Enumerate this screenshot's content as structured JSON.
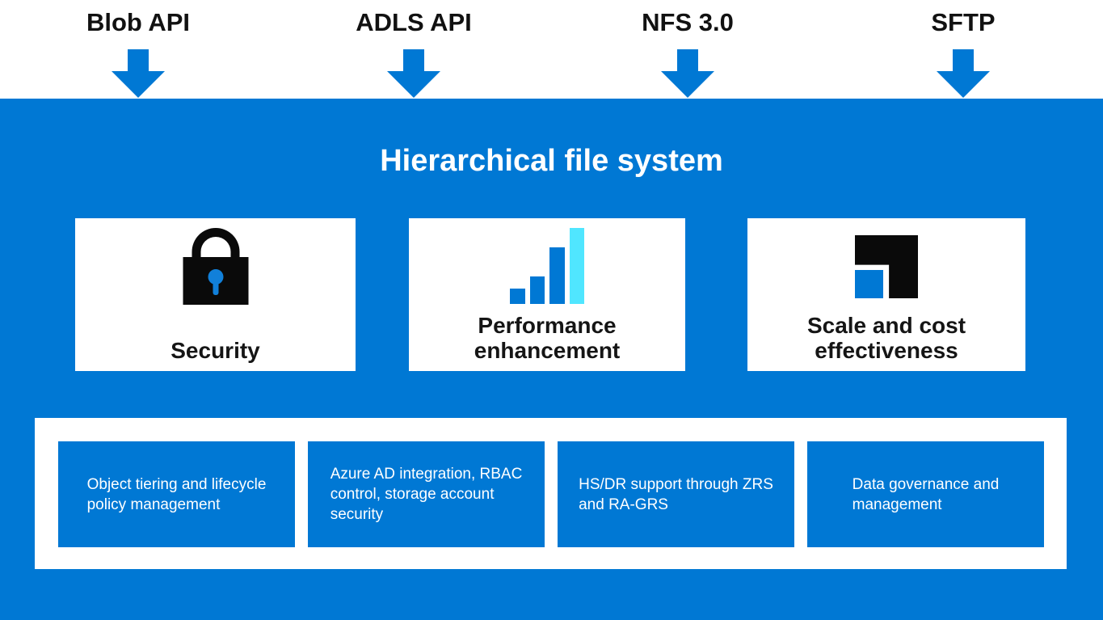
{
  "header": {
    "apis": [
      {
        "label": "Blob API"
      },
      {
        "label": "ADLS API"
      },
      {
        "label": "NFS 3.0"
      },
      {
        "label": "SFTP"
      }
    ]
  },
  "panel": {
    "title": "Hierarchical file system",
    "cards": [
      {
        "icon": "lock-icon",
        "label": "Security"
      },
      {
        "icon": "bar-chart-icon",
        "label": "Performance\nenhancement"
      },
      {
        "icon": "scale-squares-icon",
        "label": "Scale and cost\neffectiveness"
      }
    ],
    "features": [
      {
        "text": "Object tiering and lifecycle\npolicy management"
      },
      {
        "text": "Azure AD integration, RBAC\ncontrol, storage account\nsecurity"
      },
      {
        "text": "HS/DR support through ZRS\nand RA-GRS"
      },
      {
        "text": "Data governance and\nmanagement"
      }
    ]
  },
  "colors": {
    "primary_blue": "#0078D4",
    "light_cyan": "#50E6FF",
    "icon_black": "#0A0A0A",
    "text_black": "#111111",
    "white": "#FFFFFF"
  }
}
